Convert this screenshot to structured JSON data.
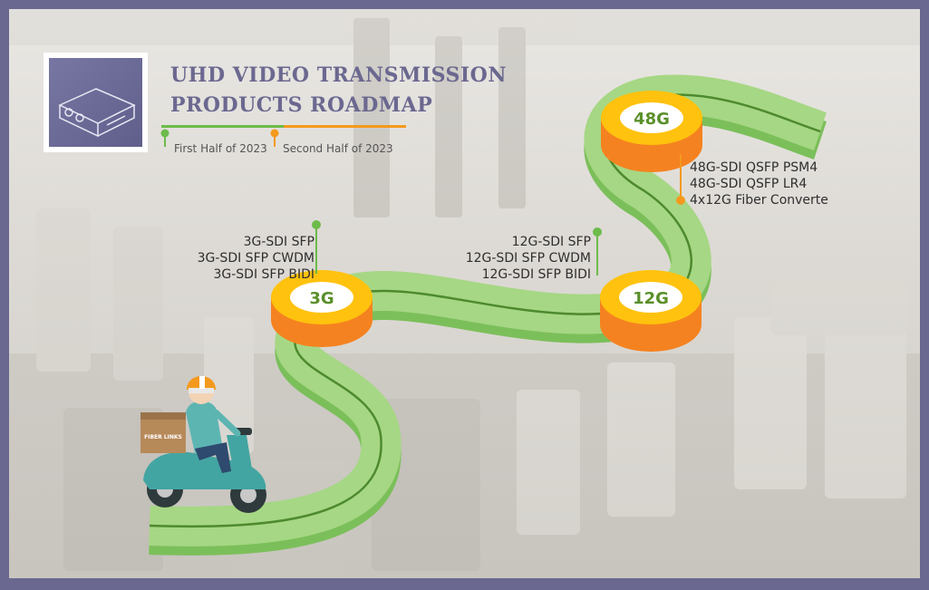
{
  "title": {
    "line1": "UHD VIDEO TRANSMISSION",
    "line2": "PRODUCTS ROADMAP"
  },
  "legend": {
    "first_half": "First Half of 2023",
    "second_half": "Second Half of 2023"
  },
  "milestones": [
    {
      "label": "3G",
      "period": "first_half",
      "products": [
        "3G-SDI SFP",
        "3G-SDI SFP CWDM",
        "3G-SDI SFP BIDI"
      ]
    },
    {
      "label": "12G",
      "period": "first_half",
      "products": [
        "12G-SDI SFP",
        "12G-SDI SFP CWDM",
        "12G-SDI SFP BIDI"
      ]
    },
    {
      "label": "48G",
      "period": "second_half",
      "products": [
        "48G-SDI QSFP PSM4",
        "48G-SDI QSFP LR4",
        "4x12G Fiber Converte"
      ]
    }
  ],
  "box_text": "FIBER LINKS",
  "colors": {
    "frame": "#6a6890",
    "title": "#6b6890",
    "road_light": "#a6d784",
    "road_side": "#7bbf5a",
    "road_line": "#4d8a2e",
    "first_half": "#6dbb4a",
    "second_half": "#f39a1e",
    "milestone_top": "#ffc20e",
    "milestone_side": "#f58220",
    "milestone_text": "#5a8f2a"
  },
  "icons": {
    "product_image": "fiber-converter-icon",
    "rider": "scooter-delivery-icon",
    "first_half_pin": "green-pin-icon",
    "second_half_pin": "orange-pin-icon"
  }
}
